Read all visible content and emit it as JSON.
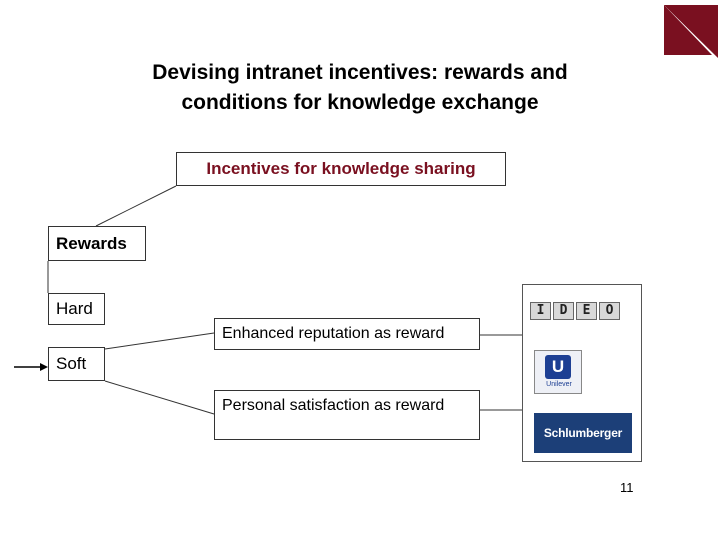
{
  "slide": {
    "title_line1": "Devising intranet incentives: rewards and",
    "title_line2": "conditions for knowledge exchange",
    "page_number": "11",
    "accent_color": "#7a1020"
  },
  "diagram": {
    "root": "Incentives for knowledge sharing",
    "rewards": "Rewards",
    "hard": "Hard",
    "soft": "Soft",
    "enhanced": "Enhanced reputation as reward",
    "personal": "Personal satisfaction as reward"
  },
  "logos": {
    "ideo_letters": [
      "I",
      "D",
      "E",
      "O"
    ],
    "unilever_mark": "U",
    "unilever_text": "Unilever",
    "schlumberger": "Schlumberger"
  }
}
